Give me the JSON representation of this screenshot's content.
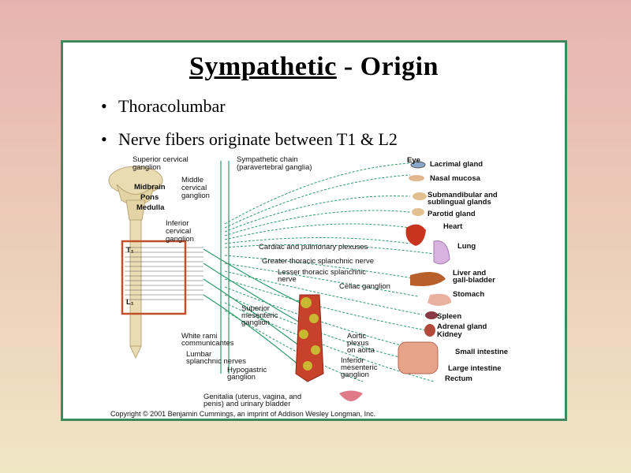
{
  "slide": {
    "title_main": "Sympathetic",
    "title_rest": " - Origin",
    "bullets": [
      "Thoracolumbar",
      "Nerve fibers originate between T1 & L2"
    ]
  },
  "diagram": {
    "labels": {
      "superior_cervical": [
        "Superior cervical",
        "ganglion"
      ],
      "sympathetic_chain": [
        "Sympathetic chain",
        "(paravertebral ganglia)"
      ],
      "middle_cervical": [
        "Middle",
        "cervical",
        "ganglion"
      ],
      "midbrain": "Midbrain",
      "pons": "Pons",
      "medulla": "Medulla",
      "inferior_cervical": [
        "Inferior",
        "cervical",
        "ganglion"
      ],
      "t1": "T₁",
      "l1": "L₁",
      "cardiac_plexuses": "Cardiac and pulmonary plexuses",
      "greater_splanchnic": "Greater thoracic splanchnic nerve",
      "lesser_splanchnic": [
        "Lesser thoracic splanchnic",
        "nerve"
      ],
      "celiac": "Celiac ganglion",
      "superior_mesenteric": [
        "Superior",
        "mesenteric",
        "ganglion"
      ],
      "aortic_plexus": [
        "Aortic",
        "plexus",
        "on aorta"
      ],
      "inferior_mesenteric": [
        "Inferior",
        "mesenteric",
        "ganglion"
      ],
      "white_rami": [
        "White rami",
        "communicantes"
      ],
      "lumbar_splanchnic": [
        "Lumbar",
        "splanchnic nerves"
      ],
      "hypogastric": [
        "Hypogastric",
        "ganglion"
      ],
      "genitalia": [
        "Genitalia (uterus, vagina, and",
        "penis) and urinary bladder"
      ],
      "eye": "Eye",
      "lacrimal": "Lacrimal gland",
      "nasal": "Nasal mucosa",
      "submandibular": [
        "Submandibular and",
        "sublingual glands"
      ],
      "parotid": "Parotid gland",
      "heart": "Heart",
      "lung": "Lung",
      "liver": [
        "Liver and",
        "gall-bladder"
      ],
      "stomach": "Stomach",
      "spleen": "Spleen",
      "adrenal": "Adrenal gland",
      "kidney": "Kidney",
      "small_intestine": "Small intestine",
      "large_intestine": "Large intestine",
      "rectum": "Rectum"
    },
    "copyright": "Copyright © 2001 Benjamin Cummings, an imprint of Addison Wesley Longman, Inc.",
    "colors": {
      "frame": "#3d8a5e",
      "nerve": "#2e9b6a",
      "highlight_box": "#c0502a",
      "spine": "#e8d9b0",
      "aorta": "#c8412b",
      "ganglion": "#c8b832"
    }
  }
}
